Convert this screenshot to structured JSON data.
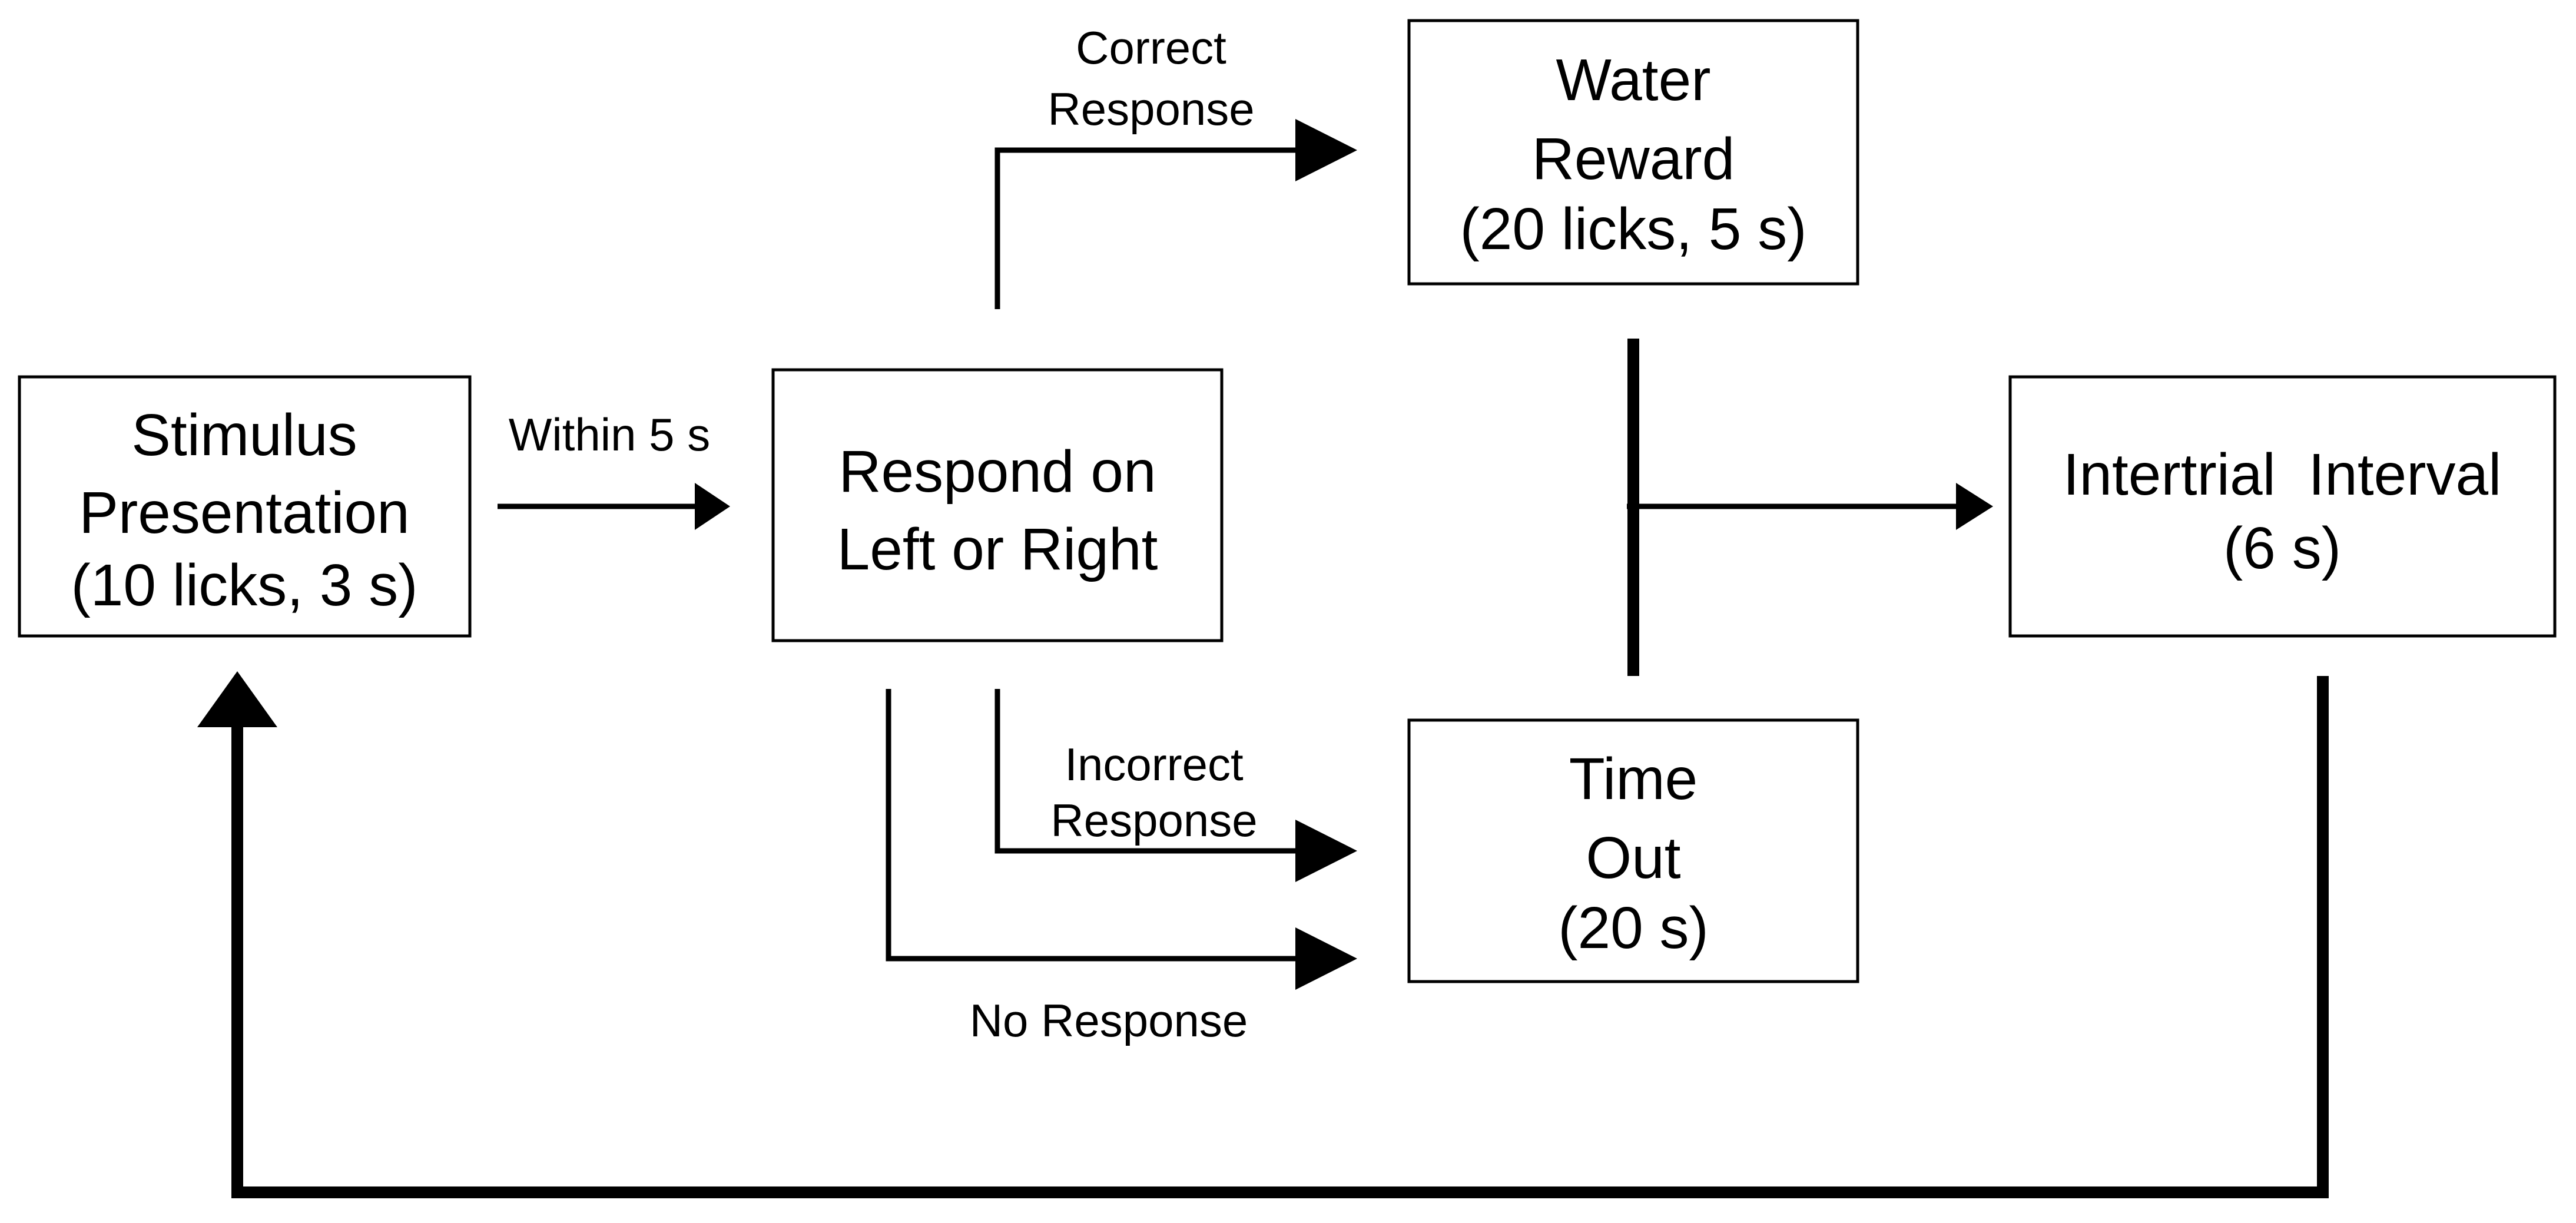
{
  "boxes": {
    "stimulus": {
      "lines": [
        "Stimulus",
        "Presentation",
        "(10 licks, 3 s)"
      ]
    },
    "respond": {
      "lines": [
        "Respond on",
        "Left or Right"
      ]
    },
    "water": {
      "lines": [
        "Water",
        "Reward",
        "(20 licks, 5 s)"
      ]
    },
    "timeout": {
      "lines": [
        "Time",
        "Out",
        "(20 s)"
      ]
    },
    "iti": {
      "lines": [
        "Intertrial  Interval",
        "(6 s)"
      ]
    }
  },
  "edge_labels": {
    "within": "Within 5 s",
    "correct": [
      "Correct",
      "Response"
    ],
    "incorrect": [
      "Incorrect",
      "Response"
    ],
    "no_response": "No Response"
  }
}
